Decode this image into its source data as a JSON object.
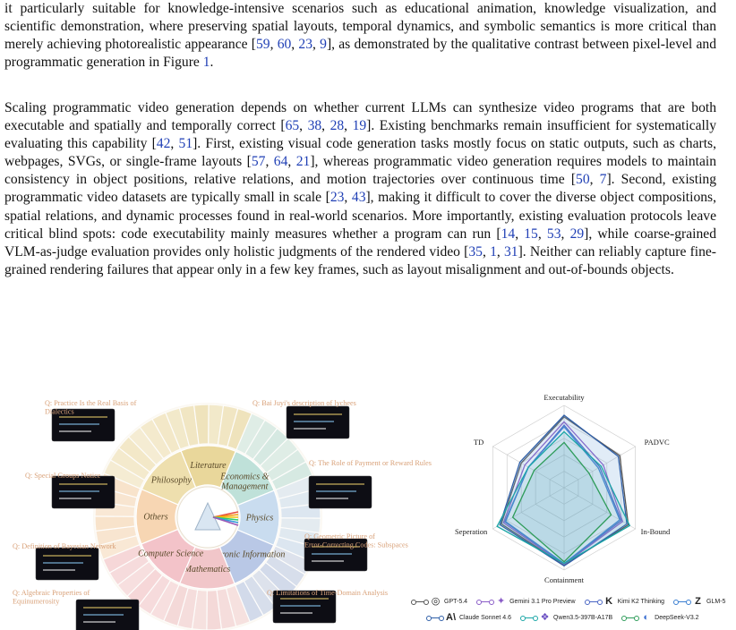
{
  "paragraph1": {
    "text_before": "it particularly suitable for knowledge-intensive scenarios such as educational animation, knowledge visualization, and scientific demonstration, where preserving spatial layouts, temporal dynamics, and symbolic semantics is more critical than merely achieving photorealistic appearance [",
    "cites1": [
      "59",
      "60",
      "23",
      "9"
    ],
    "text_mid": "], as demonstrated by the qualitative contrast between pixel-level and programmatic generation in Figure ",
    "fig_ref": "1",
    "text_end": "."
  },
  "paragraph2": {
    "segments": [
      {
        "t": "Scaling programmatic video generation depends on whether current LLMs can synthesize video programs that are both executable and spatially and temporally correct ["
      },
      {
        "c": "65"
      },
      {
        "t": ", "
      },
      {
        "c": "38"
      },
      {
        "t": ", "
      },
      {
        "c": "28"
      },
      {
        "t": ", "
      },
      {
        "c": "19"
      },
      {
        "t": "]. Existing benchmarks remain insufficient for systematically evaluating this capability ["
      },
      {
        "c": "42"
      },
      {
        "t": ", "
      },
      {
        "c": "51"
      },
      {
        "t": "]. First, existing visual code generation tasks mostly focus on static outputs, such as charts, webpages, SVGs, or single-frame layouts ["
      },
      {
        "c": "57"
      },
      {
        "t": ", "
      },
      {
        "c": "64"
      },
      {
        "t": ", "
      },
      {
        "c": "21"
      },
      {
        "t": "], whereas programmatic video generation requires models to maintain consistency in object positions, relative relations, and motion trajectories over continuous time ["
      },
      {
        "c": "50"
      },
      {
        "t": ", "
      },
      {
        "c": "7"
      },
      {
        "t": "]. Second, existing programmatic video datasets are typically small in scale ["
      },
      {
        "c": "23"
      },
      {
        "t": ", "
      },
      {
        "c": "43"
      },
      {
        "t": "], making it difficult to cover the diverse object compositions, spatial relations, and dynamic processes found in real-world scenarios. More importantly, existing evaluation protocols leave critical blind spots: code executability mainly measures whether a program can run ["
      },
      {
        "c": "14"
      },
      {
        "t": ", "
      },
      {
        "c": "15"
      },
      {
        "t": ", "
      },
      {
        "c": "53"
      },
      {
        "t": ", "
      },
      {
        "c": "29"
      },
      {
        "t": "], while coarse-grained VLM-as-judge evaluation provides only holistic judgments of the rendered video ["
      },
      {
        "c": "35"
      },
      {
        "t": ", "
      },
      {
        "c": "1"
      },
      {
        "t": ", "
      },
      {
        "c": "31"
      },
      {
        "t": "]. Neither can reliably capture fine-grained rendering failures that appear only in a few key frames, such as layout misalignment and out-of-bounds objects."
      }
    ]
  },
  "wheel": {
    "sectors": [
      "Literature",
      "Economics & Management",
      "Physics",
      "Electronic Information",
      "Mathematics",
      "Computer Science",
      "Others",
      "Philosophy"
    ],
    "examples": [
      "Q: Practice Is the Real Basis of Dialectics",
      "Q: Bai Juyi's description of lychees",
      "Q: The Role of Payment or Reward Rules",
      "Q: Special Groups Notice",
      "Q: Definition of Bayesian Network",
      "Q: Geometric Picture of Error-Correcting Codes: Subspaces",
      "Q: Algebraic Properties of Equinumerosity",
      "Q: Limitations of Time-Domain Analysis"
    ],
    "colors": {
      "Literature": "#e9d79b",
      "Economics & Management": "#bfe1d9",
      "Physics": "#c9dcef",
      "Electronic Information": "#b9c8e6",
      "Mathematics": "#f1c6c9",
      "Computer Science": "#f3c3c9",
      "Others": "#f7d6b3",
      "Philosophy": "#eedfae"
    }
  },
  "chart_data": {
    "type": "radar",
    "axes": [
      "Executability",
      "PADVC",
      "In-Bound",
      "Containment",
      "Seperation",
      "TD"
    ],
    "series": [
      {
        "name": "GPT-5.4",
        "values": [
          0.86,
          0.78,
          0.9,
          0.94,
          0.88,
          0.6
        ],
        "color": "#555555"
      },
      {
        "name": "Gemini 3.1 Pro Preview",
        "values": [
          0.8,
          0.55,
          0.82,
          0.93,
          0.85,
          0.55
        ],
        "color": "#8a5cc7"
      },
      {
        "name": "Kimi K2 Thinking",
        "values": [
          0.76,
          0.5,
          0.8,
          0.92,
          0.83,
          0.5
        ],
        "color": "#4a66c4"
      },
      {
        "name": "GLM-5",
        "values": [
          0.74,
          0.48,
          0.78,
          0.92,
          0.82,
          0.5
        ],
        "color": "#3b7fd1"
      },
      {
        "name": "Claude Sonnet 4.6",
        "values": [
          0.88,
          0.76,
          0.88,
          0.95,
          0.9,
          0.62
        ],
        "color": "#2f5fa8"
      },
      {
        "name": "Qwen3.5-397B-A17B",
        "values": [
          0.68,
          0.52,
          0.92,
          0.92,
          0.94,
          0.5
        ],
        "color": "#1aa6a6"
      },
      {
        "name": "DeepSeek-V3.2",
        "values": [
          0.55,
          0.35,
          0.66,
          0.9,
          0.72,
          0.42
        ],
        "color": "#2e9c5a"
      }
    ],
    "legend_position": "bottom",
    "rlim": [
      0,
      1
    ]
  }
}
